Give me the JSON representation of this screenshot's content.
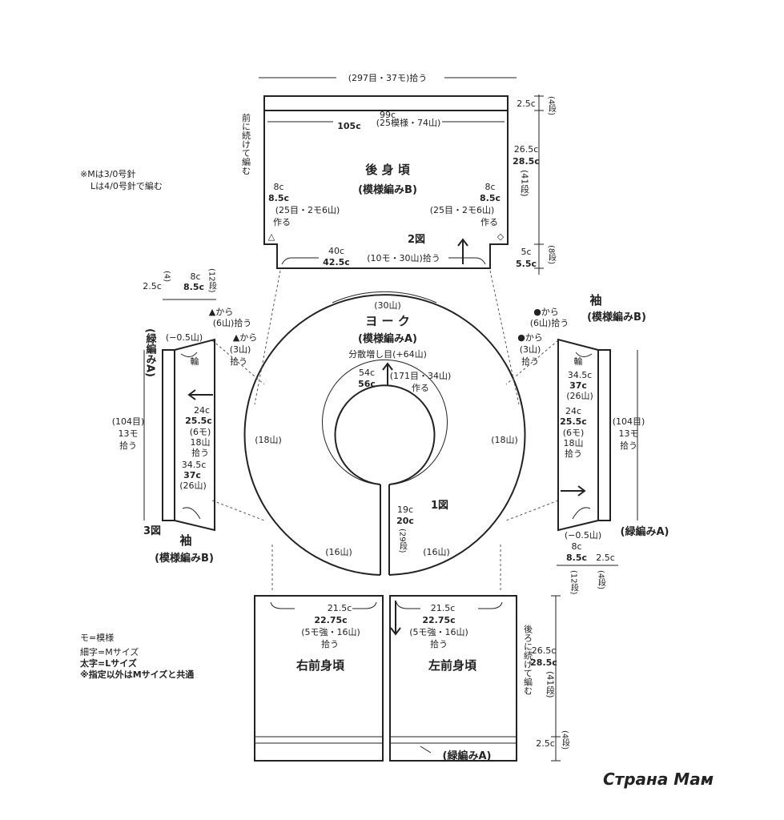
{
  "back": {
    "top_pickup": "(297目・37モ)拾う",
    "width_m": "99c",
    "width_l": "105c",
    "width_pattern": "(25模様・74山)",
    "title": "後 身 頃",
    "pattern": "(模様編みB)",
    "side_note": "前に続けて編む",
    "left_m": "8c",
    "left_l": "8.5c",
    "left_make": "(25目・2モ6山)",
    "left_make2": "作る",
    "right_m": "8c",
    "right_l": "8.5c",
    "right_make": "(25目・2モ6山)",
    "right_make2": "作る",
    "fig": "2図",
    "bottom_m": "40c",
    "bottom_l": "42.5c",
    "bottom_pickup": "(10モ・30山)拾う",
    "top_band": "2.5c",
    "top_band_rows": "(4段)",
    "height_m": "26.5c",
    "height_l": "28.5c",
    "height_rows": "(41段)",
    "bottom_band_m": "5c",
    "bottom_band_l": "5.5c",
    "bottom_band_rows": "(8段)"
  },
  "needle_note": {
    "line1": "※Mは3/0号針",
    "line2": "Lは4/0号針で編む"
  },
  "yoke": {
    "top": "(30山)",
    "title": "ヨ ー ク",
    "pattern": "(模様編みA)",
    "increase": "分散増し目(+64山)",
    "height_m": "54c",
    "height_l": "56c",
    "make": "(171目・34山)",
    "make2": "作る",
    "left_side": "(18山)",
    "right_side": "(18山)",
    "bottom_left": "(16山)",
    "bottom_right": "(16山)",
    "fig": "1図",
    "open_m": "19c",
    "open_l": "20c",
    "open_rows": "(29段)"
  },
  "left_sleeve": {
    "band": "(緑編みA)",
    "top_w_small": "2.5c",
    "top_rows_small": "(4)",
    "top_w_m": "8c",
    "top_w_l": "8.5c",
    "top_rows": "(12段)",
    "from1": "▲から",
    "from1b": "(6山)拾う",
    "from2": "▲から",
    "from2b": "(3山)",
    "from2c": "拾う",
    "dec": "(−0.5山)",
    "ring": "輪",
    "mid_m": "24c",
    "mid_l": "25.5c",
    "mid_pat": "(6モ)",
    "mid_pat2": "18山",
    "mid_pat3": "拾う",
    "low_m": "34.5c",
    "low_l": "37c",
    "low_rows": "(26山)",
    "side": "(104目)",
    "side2": "13モ",
    "side3": "拾う",
    "fig": "3図",
    "title": "袖",
    "pattern": "(模様編みB)"
  },
  "right_sleeve": {
    "title": "袖",
    "pattern": "(模様編みB)",
    "from1": "●から",
    "from1b": "(6山)拾う",
    "from2": "●から",
    "from2b": "(3山)",
    "from2c": "拾う",
    "ring": "輪",
    "low_m": "34.5c",
    "low_l": "37c",
    "low_rows": "(26山)",
    "mid_m": "24c",
    "mid_l": "25.5c",
    "mid_pat": "(6モ)",
    "mid_pat2": "18山",
    "mid_pat3": "拾う",
    "side": "(104目)",
    "side2": "13モ",
    "side3": "拾う",
    "dec": "(−0.5山)",
    "band": "(緑編みA)",
    "bot_w_m": "8c",
    "bot_w_l": "8.5c",
    "bot_w_small": "2.5c",
    "bot_rows": "(12段)",
    "bot_rows_small": "(4段)"
  },
  "right_front": {
    "width_m": "21.5c",
    "width_l": "22.75c",
    "pattern": "(5モ強・16山)",
    "pickup": "拾う",
    "title": "右前身頃"
  },
  "left_front": {
    "width_m": "21.5c",
    "width_l": "22.75c",
    "pattern": "(5モ強・16山)",
    "pickup": "拾う",
    "title": "左前身頃",
    "side_note": "後ろに続けて編む",
    "height_m": "26.5c",
    "height_l": "28.5c",
    "height_rows": "(41段)",
    "band": "2.5c",
    "band_rows": "(4段)",
    "band_label": "(緑編みA)"
  },
  "legend": {
    "line1": "モ=模様",
    "line2": "細字=Mサイズ",
    "line3": "太字=Lサイズ",
    "line4": "※指定以外はMサイズと共通"
  },
  "watermark": "Страна Мам"
}
